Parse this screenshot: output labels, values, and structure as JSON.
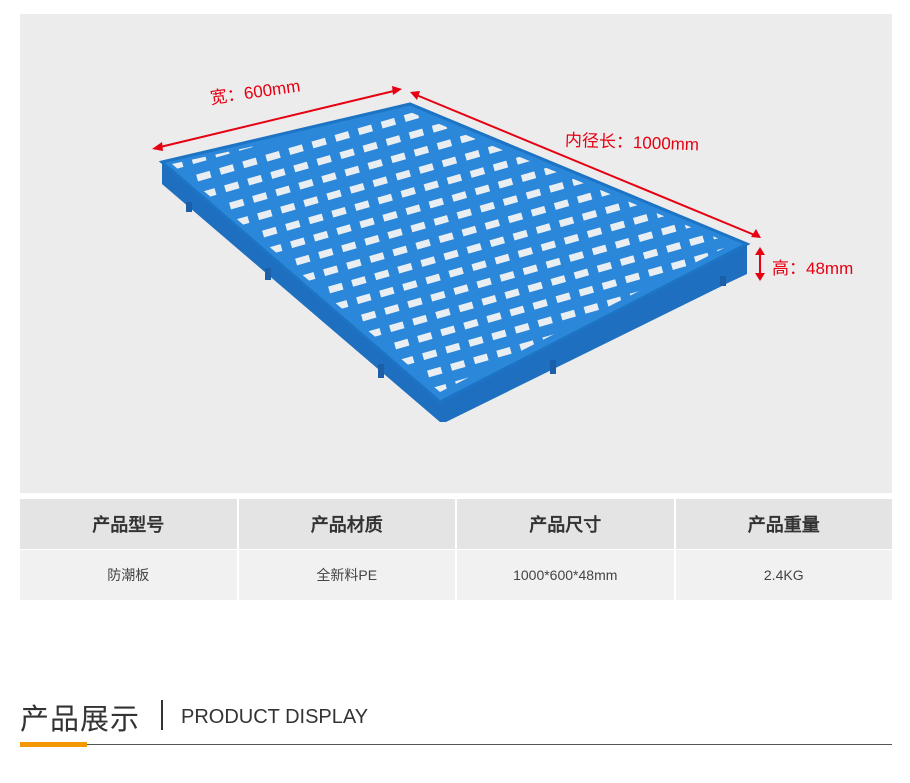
{
  "product_image": {
    "dim_width": "宽：600mm",
    "dim_length": "内径长：1000mm",
    "dim_height": "高：48mm",
    "colors": {
      "pallet": "#2b87d9",
      "dimension": "#e60012",
      "background": "#ececec"
    }
  },
  "spec_table": {
    "headers": [
      "产品型号",
      "产品材质",
      "产品尺寸",
      "产品重量"
    ],
    "values": [
      "防潮板",
      "全新料PE",
      "1000*600*48mm",
      "2.4KG"
    ]
  },
  "section": {
    "title_cn": "产品展示",
    "title_en": "PRODUCT DISPLAY",
    "accent_color": "#f39800"
  }
}
